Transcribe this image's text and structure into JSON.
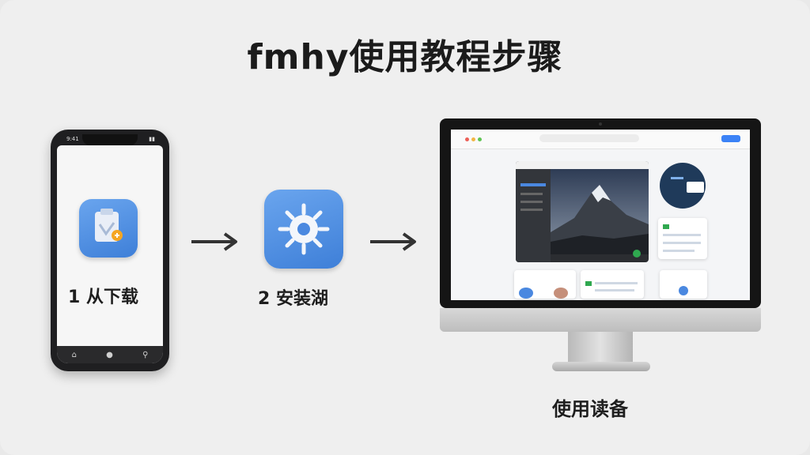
{
  "title": "fmhy使用教程步骤",
  "steps": [
    {
      "label": "1 从下载",
      "icon": "clipboard-app-icon"
    },
    {
      "label": "2 安装湖",
      "icon": "gear-app-icon"
    },
    {
      "label": "使用读备",
      "icon": "monitor-illustration"
    }
  ],
  "phone": {
    "status_time": "9:41"
  },
  "colors": {
    "accent": "#4a88e0",
    "background": "#efefef",
    "text": "#1b1b1b"
  }
}
